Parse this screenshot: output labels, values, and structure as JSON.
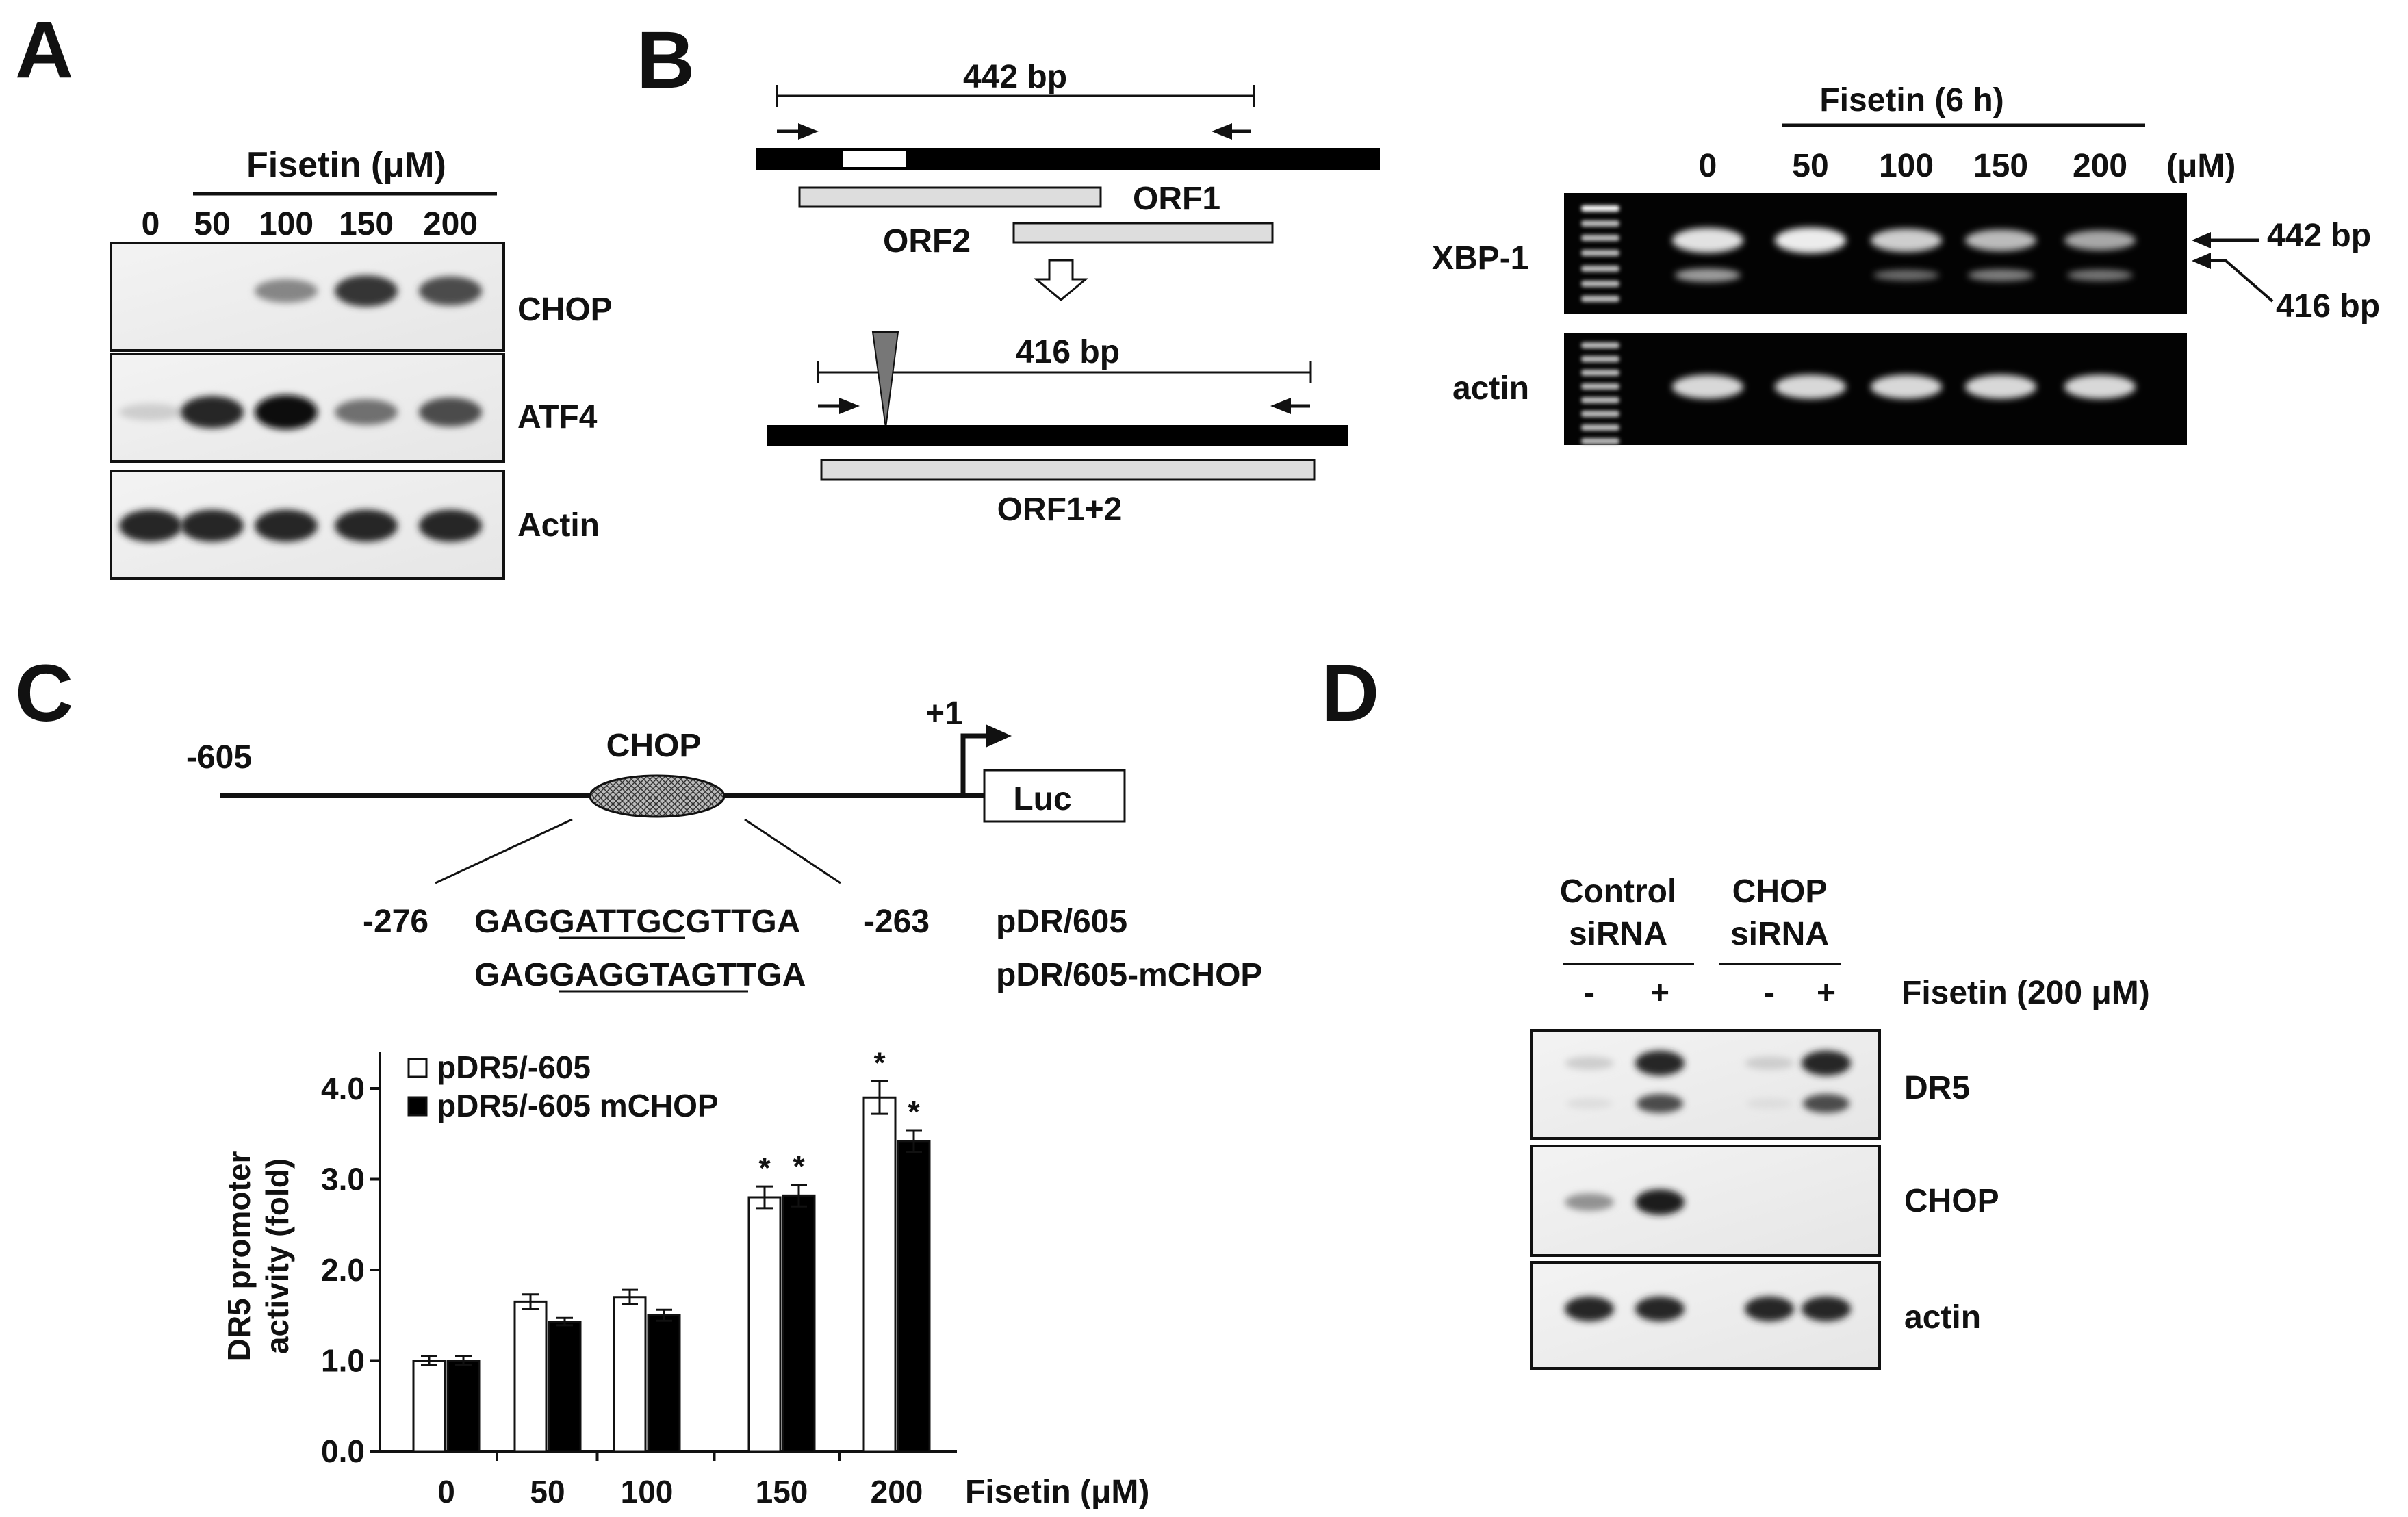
{
  "panels": {
    "A": {
      "letter": "A",
      "treatment_label": "Fisetin (μM)",
      "doses": [
        "0",
        "50",
        "100",
        "150",
        "200"
      ],
      "blots": [
        {
          "name": "CHOP",
          "bands": [
            0,
            0,
            0.45,
            0.8,
            0.7
          ]
        },
        {
          "name": "ATF4",
          "bands": [
            0.15,
            0.85,
            0.95,
            0.55,
            0.7
          ]
        },
        {
          "name": "Actin",
          "bands": [
            0.85,
            0.85,
            0.85,
            0.85,
            0.85
          ]
        }
      ]
    },
    "B": {
      "letter": "B",
      "top_size": "442 bp",
      "orf1": "ORF1",
      "orf2": "ORF2",
      "bottom_size": "416 bp",
      "orf12": "ORF1+2",
      "gel_title": "Fisetin (6 h)",
      "gel_doses": [
        "0",
        "50",
        "100",
        "150",
        "200"
      ],
      "gel_unit": "(μM)",
      "gel_rows": [
        {
          "name": "XBP-1",
          "upper": [
            0.85,
            0.9,
            0.75,
            0.65,
            0.55
          ],
          "lower": [
            0.5,
            0,
            0.25,
            0.35,
            0.3
          ]
        },
        {
          "name": "actin",
          "upper": [
            0.8,
            0.8,
            0.8,
            0.8,
            0.8
          ],
          "lower": [
            0,
            0,
            0,
            0,
            0
          ]
        }
      ],
      "marker_upper": "442 bp",
      "marker_lower": "416 bp"
    },
    "C": {
      "letter": "C",
      "promoter_start": "-605",
      "site_label": "CHOP",
      "tss_label": "+1",
      "reporter": "Luc",
      "pos_left": "-276",
      "pos_right": "-263",
      "wt_seq": {
        "pre": "GAGG",
        "site": "ATTGCG",
        "post": "TTGA"
      },
      "mut_seq": {
        "pre": "GAGG",
        "site": "AGGTAG",
        "post": "TTGA"
      },
      "wt_name": "pDR/605",
      "mut_name": "pDR/605-mCHOP"
    },
    "D": {
      "letter": "D",
      "groups": [
        {
          "line1": "Control",
          "line2": "siRNA"
        },
        {
          "line1": "CHOP",
          "line2": "siRNA"
        }
      ],
      "lane_signs": [
        "-",
        "+",
        "-",
        "+"
      ],
      "treatment_label": "Fisetin (200 μM)",
      "blots": [
        {
          "name": "DR5",
          "upper": [
            0.15,
            0.85,
            0.15,
            0.85
          ],
          "lower": [
            0.08,
            0.7,
            0.08,
            0.7
          ]
        },
        {
          "name": "CHOP",
          "upper": [
            0.4,
            0.9,
            0,
            0
          ],
          "lower": [
            0,
            0,
            0,
            0
          ]
        },
        {
          "name": "actin",
          "upper": [
            0.85,
            0.85,
            0.85,
            0.85
          ],
          "lower": [
            0,
            0,
            0,
            0
          ]
        }
      ]
    }
  },
  "chart_data": {
    "type": "bar",
    "categories": [
      "0",
      "50",
      "100",
      "150",
      "200"
    ],
    "series": [
      {
        "name": "pDR5/-605",
        "values": [
          1.0,
          1.65,
          1.7,
          2.8,
          3.9
        ],
        "errors": [
          0.05,
          0.08,
          0.08,
          0.12,
          0.18
        ],
        "fill": "#ffffff"
      },
      {
        "name": "pDR5/-605 mCHOP",
        "values": [
          1.0,
          1.43,
          1.5,
          2.82,
          3.42
        ],
        "errors": [
          0.05,
          0.04,
          0.06,
          0.12,
          0.12
        ],
        "fill": "#000000"
      }
    ],
    "significance": [
      {
        "category": "150",
        "series": 0,
        "mark": "*"
      },
      {
        "category": "150",
        "series": 1,
        "mark": "*"
      },
      {
        "category": "200",
        "series": 0,
        "mark": "*"
      },
      {
        "category": "200",
        "series": 1,
        "mark": "*"
      }
    ],
    "ylabel_line1": "DR5 promoter",
    "ylabel_line2": "activity (fold)",
    "xlabel": "Fisetin (μM)",
    "ylim": [
      0,
      4.4
    ],
    "yticks": [
      "0.0",
      "1.0",
      "2.0",
      "3.0",
      "4.0"
    ],
    "legend_position": "top-left"
  }
}
